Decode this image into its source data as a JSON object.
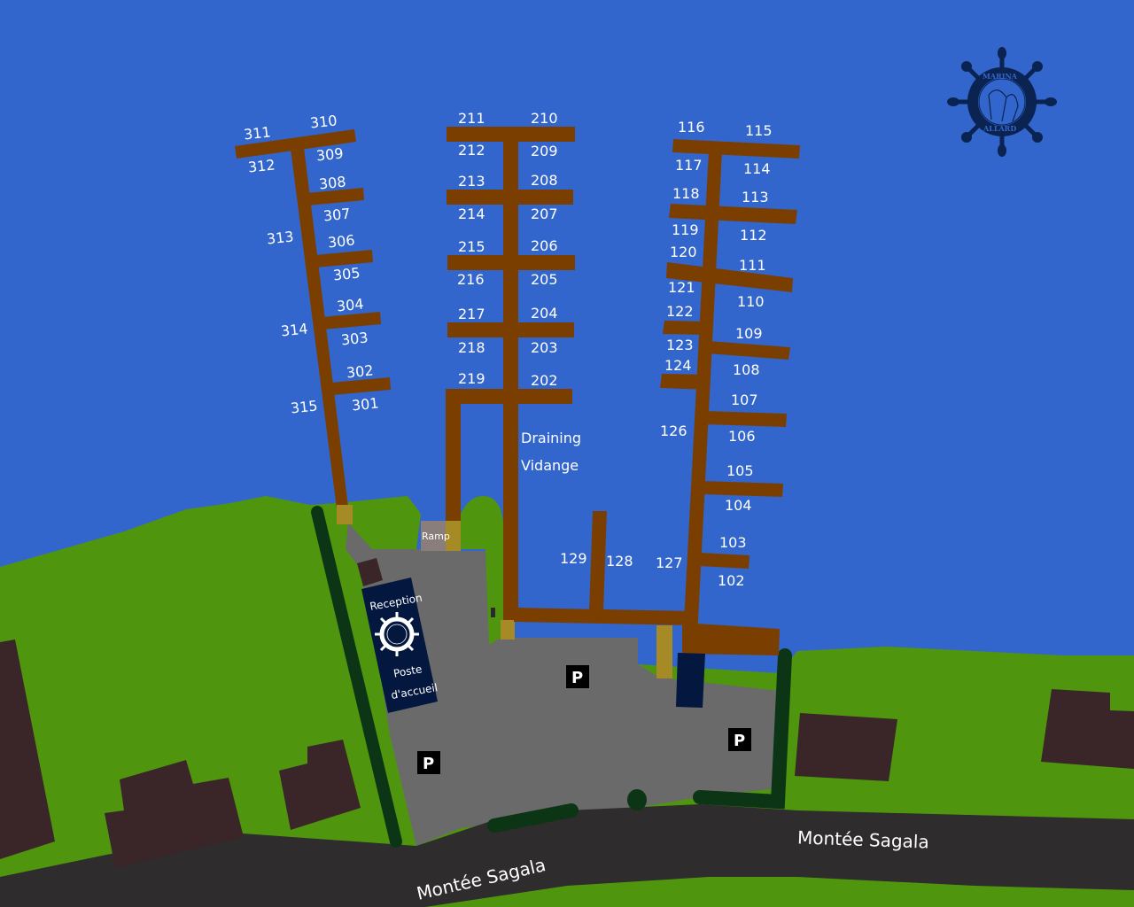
{
  "map": {
    "title": "Marina Allard",
    "colors": {
      "water": "#3366cc",
      "grass": "#4f960e",
      "dock": "#7a3f00",
      "gangway": "#a68a26",
      "parking": "#6a6a6a",
      "road": "#2e2c2d",
      "building": "#3a2528",
      "hedge": "#0b3514",
      "reception": "#03173f",
      "logo": "#0a2350"
    },
    "logo": {
      "top_text": "MARINA",
      "bottom_text": "ALLARD"
    },
    "labels": {
      "draining_en": "Draining",
      "draining_fr": "Vidange",
      "ramp": "Ramp",
      "reception_en": "Reception",
      "reception_fr_1": "Poste",
      "reception_fr_2": "d'accueil",
      "parking": "P",
      "road": "Montée Sagala"
    },
    "docks": {
      "dock_300": {
        "slips": [
          "301",
          "302",
          "303",
          "304",
          "305",
          "306",
          "307",
          "308",
          "309",
          "310",
          "311",
          "312",
          "313",
          "314",
          "315"
        ]
      },
      "dock_200": {
        "slips": [
          "202",
          "203",
          "204",
          "205",
          "206",
          "207",
          "208",
          "209",
          "210",
          "211",
          "212",
          "213",
          "214",
          "215",
          "216",
          "217",
          "218",
          "219"
        ]
      },
      "dock_100": {
        "slips": [
          "102",
          "103",
          "104",
          "105",
          "106",
          "107",
          "108",
          "109",
          "110",
          "111",
          "112",
          "113",
          "114",
          "115",
          "116",
          "117",
          "118",
          "119",
          "120",
          "121",
          "122",
          "123",
          "124",
          "126",
          "127",
          "128",
          "129"
        ]
      }
    }
  }
}
